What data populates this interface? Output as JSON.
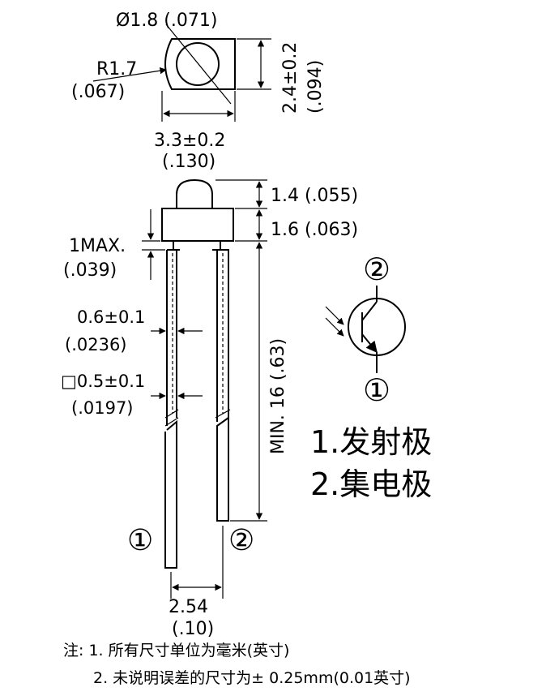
{
  "top_view": {
    "hole_dia": "Ø1.8 (.071)",
    "radius": "R1.7",
    "radius_in": "(.067)",
    "height": "2.4±0.2",
    "height_in": "(.094)",
    "width": "3.3±0.2",
    "width_in": "(.130)"
  },
  "side_view": {
    "lens_height": "1.4 (.055)",
    "body_height": "1.6 (.063)",
    "flange_max": "1MAX.",
    "flange_max_in": "(.039)",
    "lead_width": "0.6±0.1",
    "lead_width_in": "(.0236)",
    "lead_square": "□0.5±0.1",
    "lead_square_in": "(.0197)",
    "lead_length": "MIN. 16 (.63)",
    "pitch": "2.54",
    "pitch_in": "(.10)",
    "pin1_label": "①",
    "pin2_label": "②"
  },
  "schematic": {
    "pin2_label": "②",
    "pin1_label": "①"
  },
  "legend": {
    "item1": "1.发射极",
    "item2": "2.集电极"
  },
  "notes": {
    "line1": "注: 1. 所有尺寸单位为毫米(英寸)",
    "line2": "2. 未说明误差的尺寸为± 0.25mm(0.01英寸)"
  }
}
